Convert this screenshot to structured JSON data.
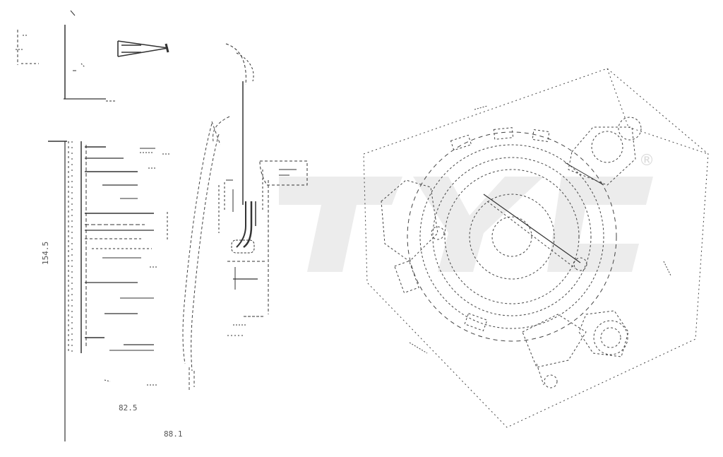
{
  "drawing": {
    "dim_height": "154.5",
    "dim_width_1": "82.5",
    "dim_width_2": "88.1"
  },
  "watermark": {
    "logo_text": "TYC",
    "registered_mark": "®"
  },
  "colors": {
    "line": "#333333",
    "dashed": "#555555",
    "watermark": "#e6e6e6"
  }
}
